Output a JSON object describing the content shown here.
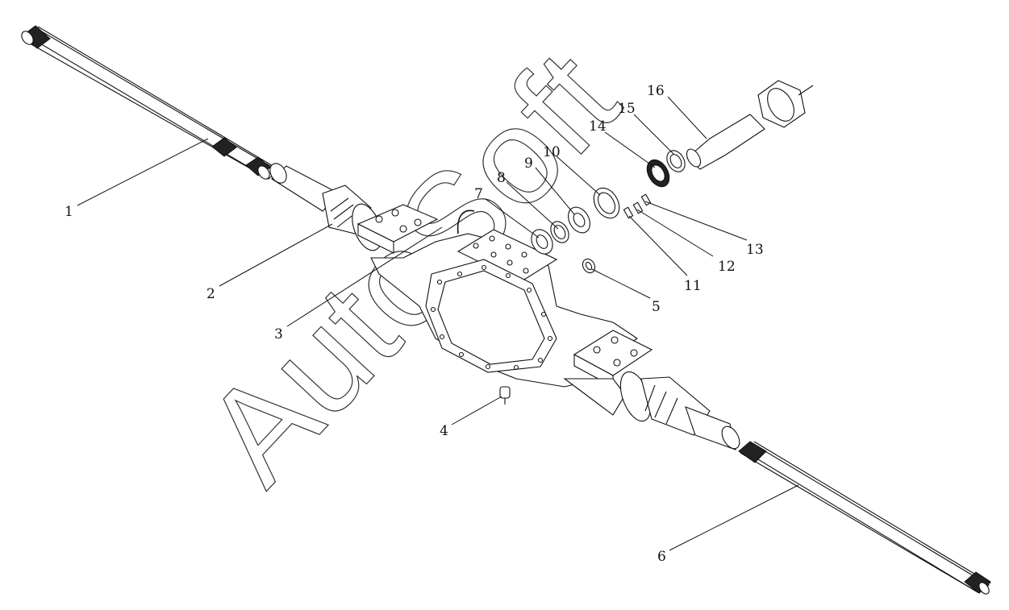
{
  "diagram": {
    "watermark": "AutoSoft",
    "callouts": [
      {
        "id": "1",
        "text": "1"
      },
      {
        "id": "2",
        "text": "2"
      },
      {
        "id": "3",
        "text": "3"
      },
      {
        "id": "4",
        "text": "4"
      },
      {
        "id": "5",
        "text": "5"
      },
      {
        "id": "6",
        "text": "6"
      },
      {
        "id": "7",
        "text": "7"
      },
      {
        "id": "8",
        "text": "8"
      },
      {
        "id": "9",
        "text": "9"
      },
      {
        "id": "10",
        "text": "10"
      },
      {
        "id": "11",
        "text": "11"
      },
      {
        "id": "12",
        "text": "12"
      },
      {
        "id": "13",
        "text": "13"
      },
      {
        "id": "14",
        "text": "14"
      },
      {
        "id": "15",
        "text": "15"
      },
      {
        "id": "16",
        "text": "16"
      }
    ],
    "colors": {
      "line": "#111111",
      "background": "#ffffff"
    }
  }
}
